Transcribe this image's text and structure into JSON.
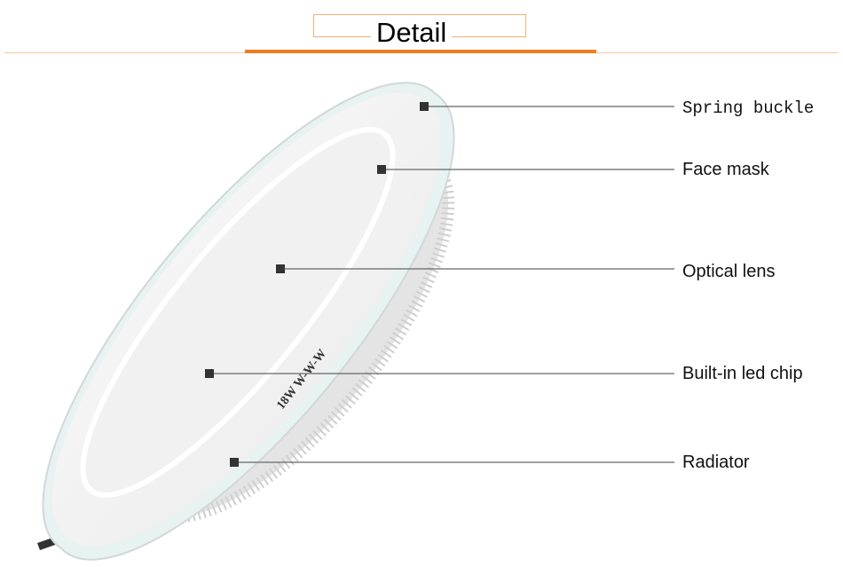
{
  "header": {
    "title": "Detail"
  },
  "product_marking": "18W W-W-W",
  "callouts": [
    {
      "label": "Spring buckle"
    },
    {
      "label": "Face mask"
    },
    {
      "label": "Optical lens"
    },
    {
      "label": "Built-in led chip"
    },
    {
      "label": "Radiator"
    }
  ],
  "colors": {
    "accent": "#ee7d1e",
    "accent_light": "#efb27a",
    "callout_line": "#666666"
  }
}
